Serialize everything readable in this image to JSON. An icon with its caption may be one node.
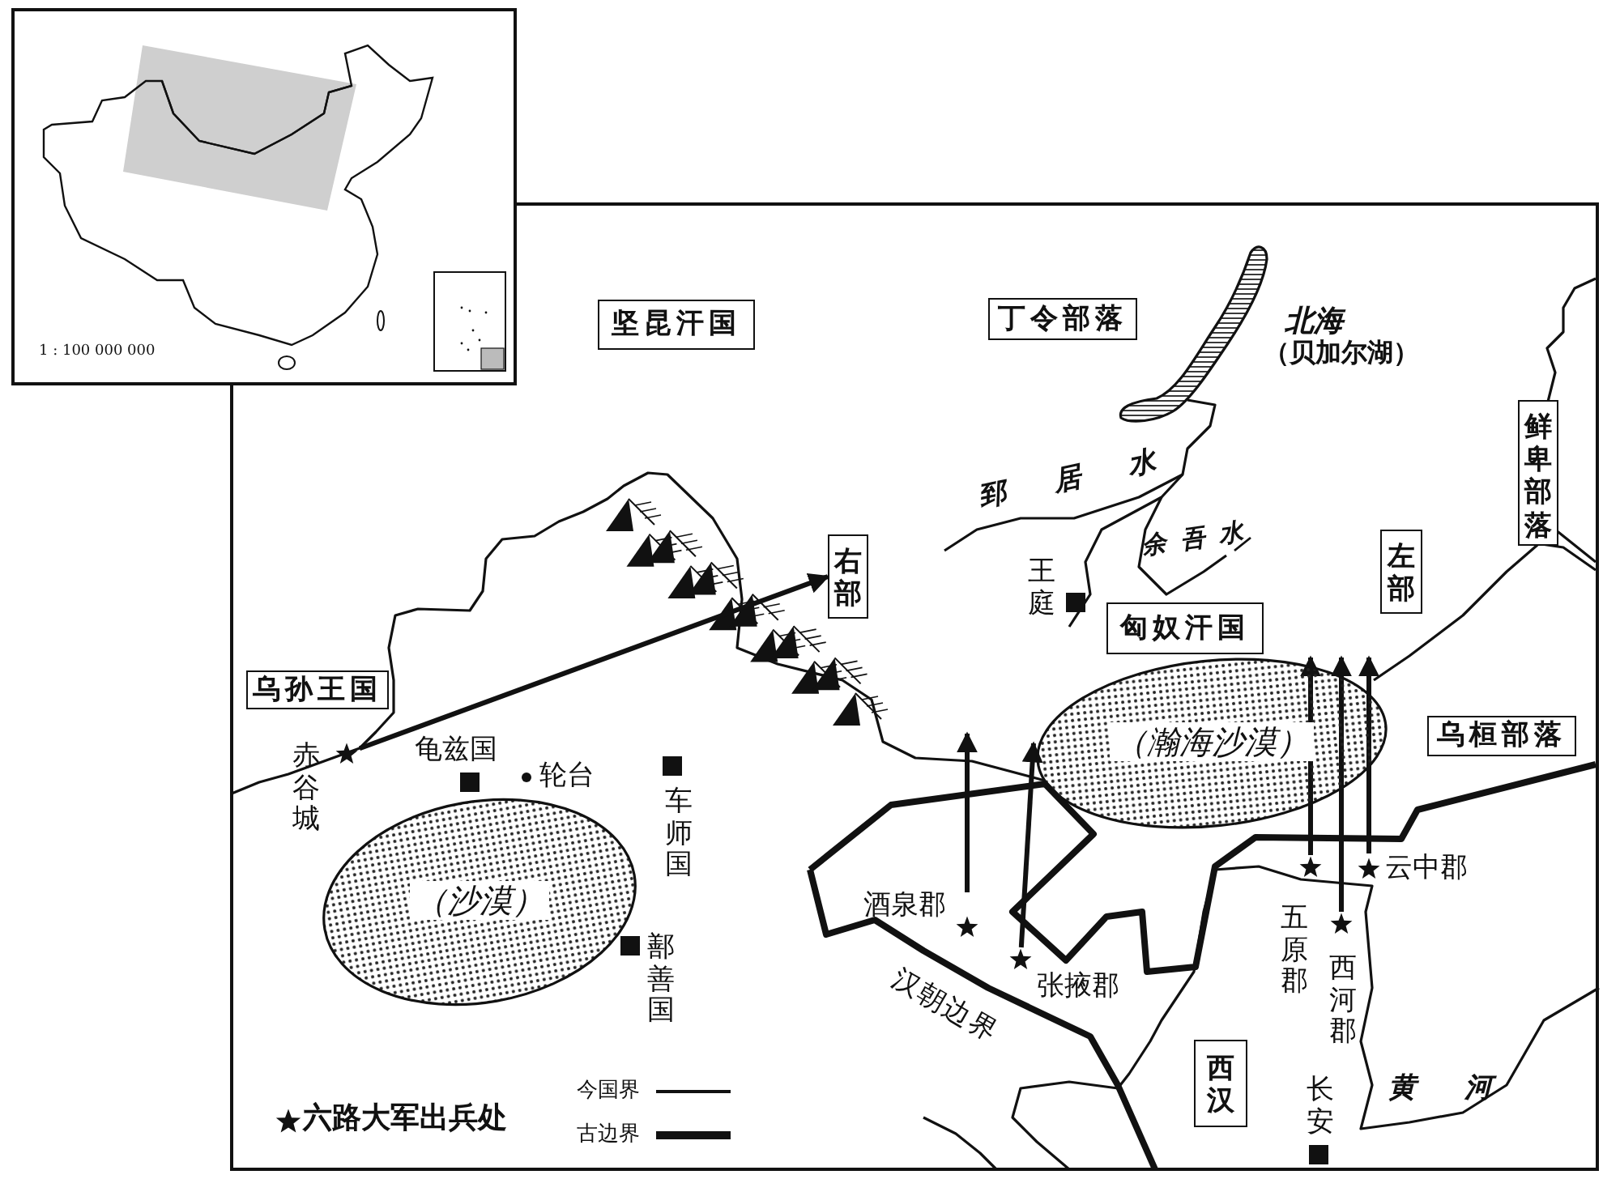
{
  "diagram": {
    "nodes": [
      {
        "text": [
          "坚昆汗国"
        ]
      },
      {
        "text": [
          "丁令部落"
        ]
      },
      {
        "text": [
          "北海",
          "（贝加尔湖）"
        ]
      },
      {
        "text": [
          "鲜卑部落"
        ]
      },
      {
        "text": [
          "右部"
        ]
      },
      {
        "text": [
          "左部"
        ]
      },
      {
        "text": [
          "匈奴汗国"
        ]
      },
      {
        "text": [
          "乌孙王国"
        ]
      },
      {
        "text": [
          "（瀚海沙漠）"
        ]
      },
      {
        "text": [
          "乌桓部落"
        ]
      },
      {
        "text": [
          "赤谷城"
        ]
      },
      {
        "text": [
          "（沙漠）"
        ]
      },
      {
        "text": [
          "酒泉郡"
        ]
      },
      {
        "text": [
          "张掖郡"
        ]
      },
      {
        "text": [
          "五原郡"
        ]
      },
      {
        "text": [
          "云中郡"
        ]
      },
      {
        "text": [
          "西河郡"
        ]
      },
      {
        "text": [
          "西汉"
        ]
      }
    ],
    "edges": [
      {
        "from": 10,
        "to": 4,
        "arrow": "to"
      },
      {
        "from": 12,
        "to": null,
        "arrow": "to"
      },
      {
        "from": 13,
        "to": 8,
        "arrow": "to"
      },
      {
        "from": 14,
        "to": 8,
        "arrow": "to"
      },
      {
        "from": 16,
        "to": 8,
        "arrow": "to"
      },
      {
        "from": 15,
        "to": 8,
        "arrow": "to"
      }
    ],
    "labels": [
      "1 : 100 000 000",
      "郅居水",
      "余吾水",
      "王庭",
      "龟兹国",
      "轮台",
      "车师国",
      "鄯善国",
      "汉朝边界",
      "黄河",
      "长安"
    ],
    "legend": [
      {
        "text": "今国界"
      },
      {
        "text": "古边界"
      },
      {
        "text": "六路大军出兵处"
      }
    ]
  }
}
